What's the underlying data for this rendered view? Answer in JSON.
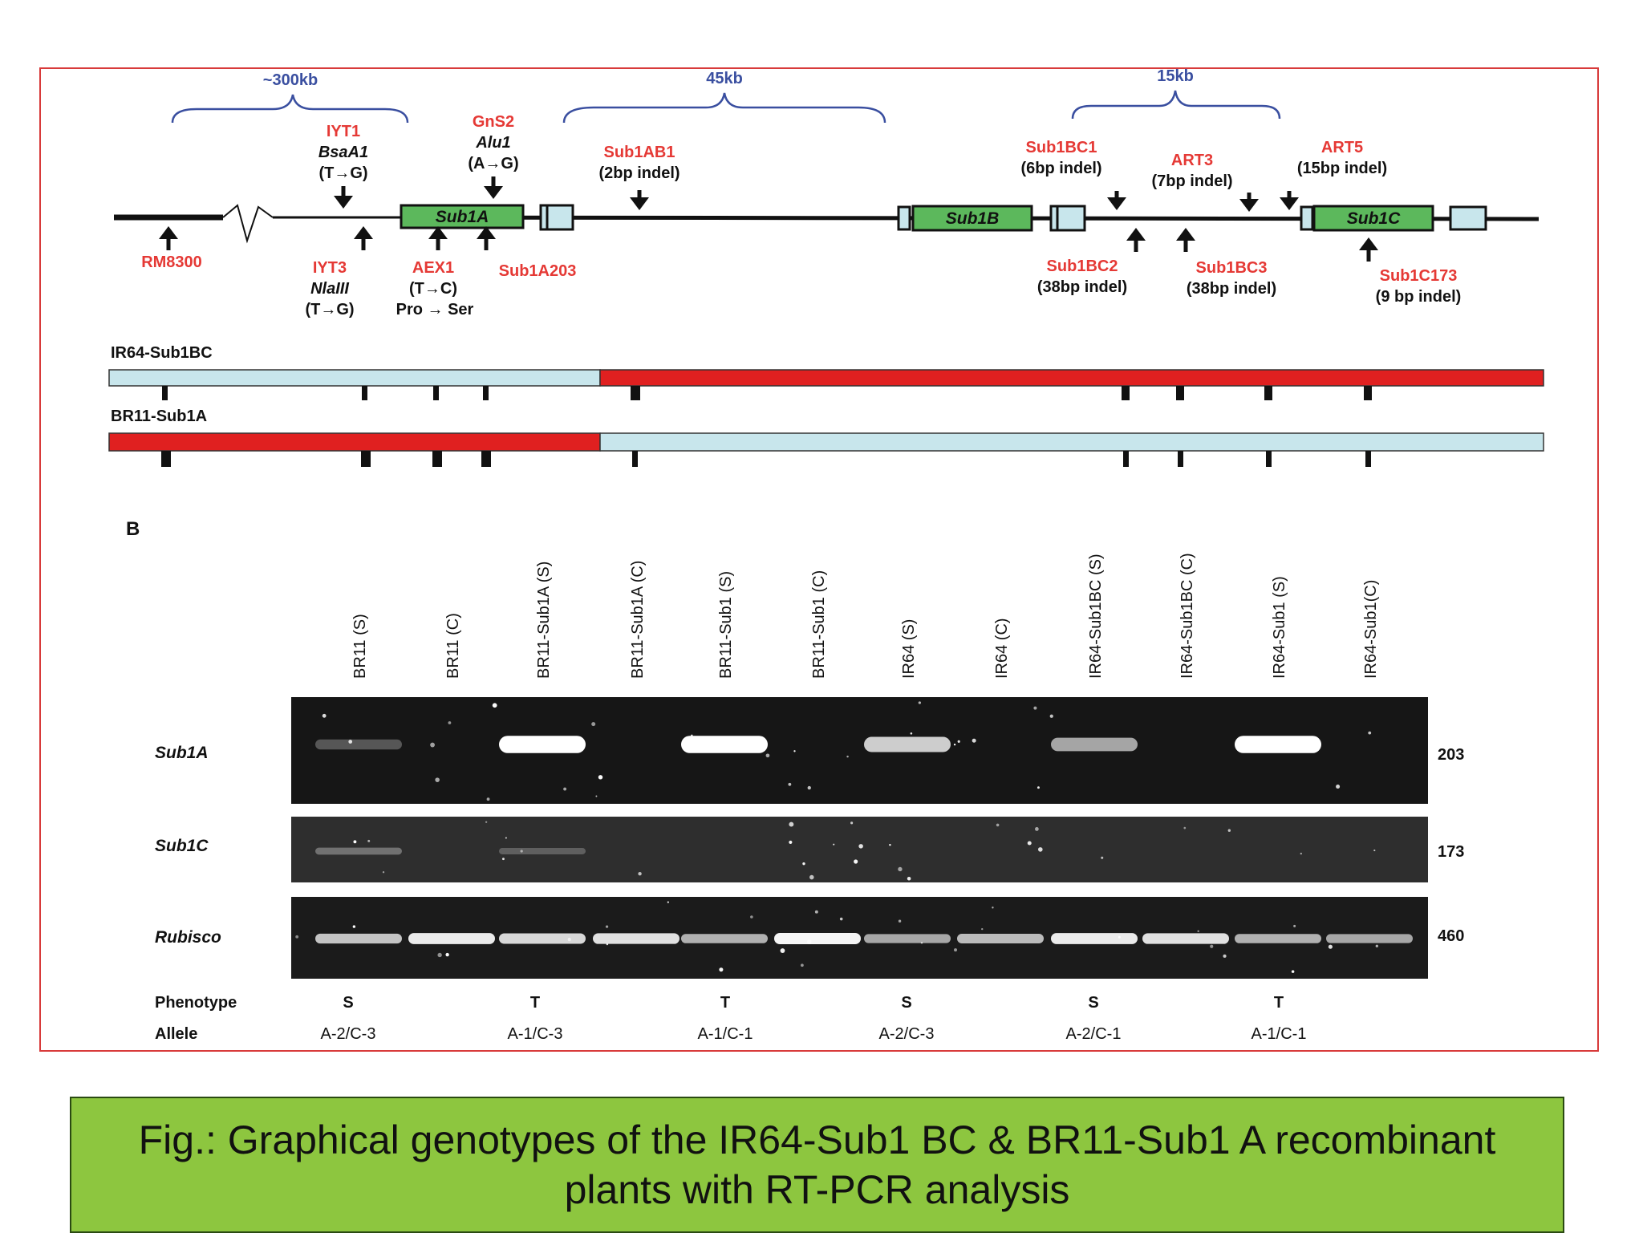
{
  "diagram": {
    "spans": [
      {
        "label": "~300kb"
      },
      {
        "label": "45kb"
      },
      {
        "label": "15kb"
      }
    ],
    "genes": [
      "Sub1A",
      "Sub1B",
      "Sub1C"
    ],
    "markers_above": [
      {
        "lines": [
          "IYT1",
          "BsaA1",
          "(T→G)"
        ]
      },
      {
        "lines": [
          "GnS2",
          "Alu1",
          "(A→G)"
        ]
      },
      {
        "lines": [
          "Sub1AB1",
          "(2bp indel)"
        ]
      },
      {
        "lines": [
          "Sub1BC1",
          "(6bp indel)"
        ]
      },
      {
        "lines": [
          "ART3",
          "(7bp indel)"
        ]
      },
      {
        "lines": [
          "ART5",
          "(15bp indel)"
        ]
      }
    ],
    "markers_below": [
      {
        "lines": [
          "RM8300"
        ]
      },
      {
        "lines": [
          "IYT3",
          "NlaIII",
          "(T→G)"
        ]
      },
      {
        "lines": [
          "AEX1",
          "(T→C)",
          "Pro →  Ser"
        ]
      },
      {
        "lines": [
          "Sub1A203"
        ]
      },
      {
        "lines": [
          "Sub1BC2",
          "(38bp indel)"
        ]
      },
      {
        "lines": [
          "Sub1BC3",
          "(38bp indel)"
        ]
      },
      {
        "lines": [
          "Sub1C173",
          "(9 bp indel)"
        ]
      }
    ],
    "genotypes": [
      {
        "label": "IR64-Sub1BC"
      },
      {
        "label": "BR11-Sub1A"
      }
    ],
    "colors": {
      "red": "#e02020",
      "lightblue": "#c8e6ec",
      "gene_green": "#5cb85c",
      "marker_red": "#e53935",
      "brace_blue": "#3a4fa0",
      "frame": "#d83a3a"
    }
  },
  "gel": {
    "panel_label": "B",
    "lanes": [
      "BR11 (S)",
      "BR11 (C)",
      "BR11-Sub1A (S)",
      "BR11-Sub1A (C)",
      "BR11-Sub1 (S)",
      "BR11-Sub1 (C)",
      "IR64 (S)",
      "IR64 (C)",
      "IR64-Sub1BC (S)",
      "IR64-Sub1BC (C)",
      "IR64-Sub1 (S)",
      "IR64-Sub1(C)"
    ],
    "rows": [
      {
        "gene": "Sub1A",
        "size": "203",
        "band_intensity": [
          0.15,
          0,
          1.0,
          0,
          1.0,
          0,
          0.75,
          0,
          0.55,
          0,
          1.0,
          0
        ]
      },
      {
        "gene": "Sub1C",
        "size": "173",
        "band_intensity": [
          0.2,
          0,
          0.1,
          0,
          0,
          0,
          0,
          0,
          0,
          0,
          0,
          0
        ]
      },
      {
        "gene": "Rubisco",
        "size": "460",
        "band_intensity": [
          0.7,
          0.9,
          0.8,
          0.85,
          0.6,
          0.95,
          0.55,
          0.65,
          0.9,
          0.85,
          0.6,
          0.55
        ]
      }
    ],
    "row_labels": {
      "phenotype": "Phenotype",
      "allele": "Allele"
    },
    "groups": [
      {
        "phenotype": "S",
        "allele": "A-2/C-3"
      },
      {
        "phenotype": "T",
        "allele": "A-1/C-3"
      },
      {
        "phenotype": "T",
        "allele": "A-1/C-1"
      },
      {
        "phenotype": "S",
        "allele": "A-2/C-3"
      },
      {
        "phenotype": "S",
        "allele": "A-2/C-1"
      },
      {
        "phenotype": "T",
        "allele": "A-1/C-1"
      }
    ]
  },
  "caption": {
    "line1": "Fig.: Graphical genotypes of the IR64-Sub1 BC & BR11-Sub1 A recombinant",
    "line2": "plants with RT-PCR analysis"
  }
}
